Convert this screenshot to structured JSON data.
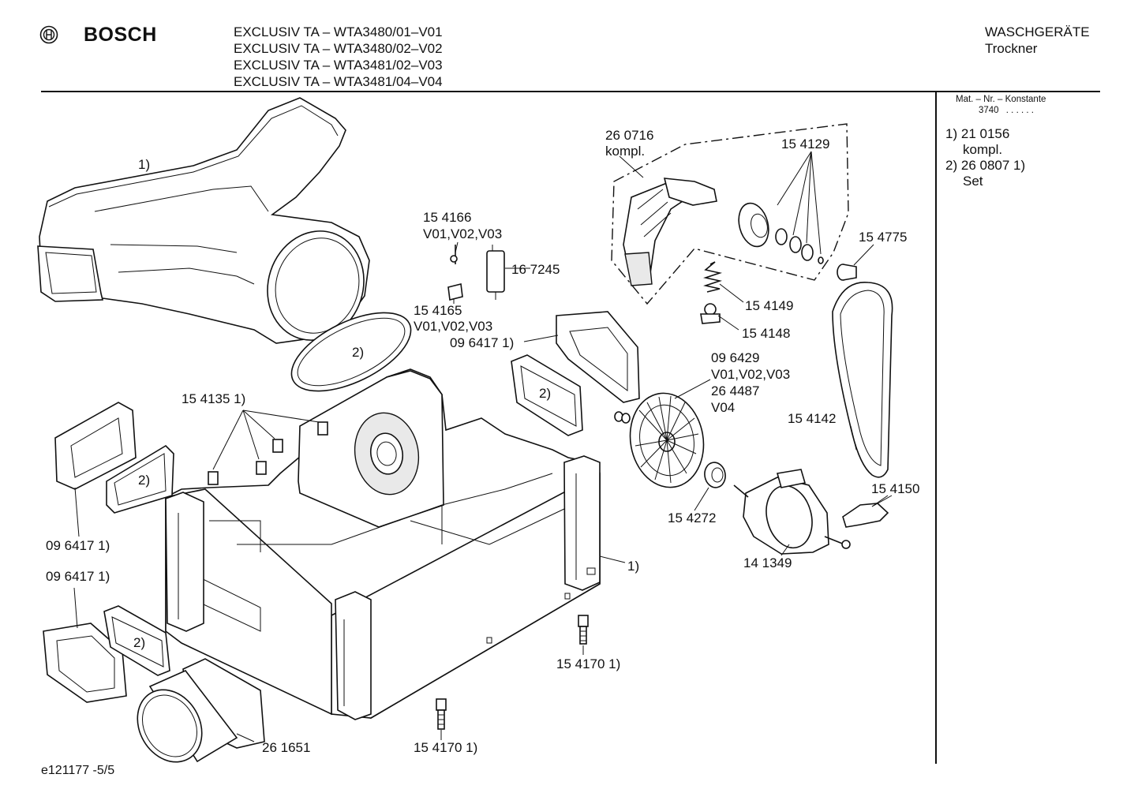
{
  "header": {
    "brand": "BOSCH",
    "models": [
      "EXCLUSIV TA – WTA3480/01–V01",
      "EXCLUSIV TA – WTA3480/02–V02",
      "EXCLUSIV TA – WTA3481/02–V03",
      "EXCLUSIV TA – WTA3481/04–V04"
    ],
    "category": "WASCHGERÄTE",
    "subcategory": "Trockner"
  },
  "legend": {
    "heading": "Mat. – Nr. – Konstante",
    "constant": "3740",
    "dots": ". . . . . ."
  },
  "notes": [
    {
      "num": "1)",
      "text": "21 0156"
    },
    {
      "num": "",
      "text": "kompl."
    },
    {
      "num": "2)",
      "text": "26 0807 1)"
    },
    {
      "num": "",
      "text": "Set"
    }
  ],
  "part_labels": {
    "duct_1": "1)",
    "gasket_2a": "2)",
    "gasket_2b": "2)",
    "gasket_2c": "2)",
    "gasket_2d": "2)",
    "p154166": "15 4166",
    "p154166_v": "V01,V02,V03",
    "p167245": "16 7245",
    "p154165": "15 4165",
    "p154165_v": "V01,V02,V03",
    "p096417_a": "09 6417 1)",
    "p154135": "15 4135 1)",
    "p096417_b": "09 6417 1)",
    "p096417_c": "09 6417 1)",
    "p260716": "26 0716",
    "p260716_k": "kompl.",
    "p154129": "15 4129",
    "p154775": "15 4775",
    "p154149": "15 4149",
    "p154148": "15 4148",
    "p096429": "09 6429",
    "p096429_v": "V01,V02,V03",
    "p264487": "26 4487",
    "p264487_v": "V04",
    "p154142": "15 4142",
    "p154150": "15 4150",
    "p154272": "15 4272",
    "p141349": "14 1349",
    "base_1": "1)",
    "p154170_a": "15 4170 1)",
    "p154170_b": "15 4170 1)",
    "p261651": "26 1651"
  },
  "footer": {
    "diagram_id": "e121177 -5/5"
  }
}
